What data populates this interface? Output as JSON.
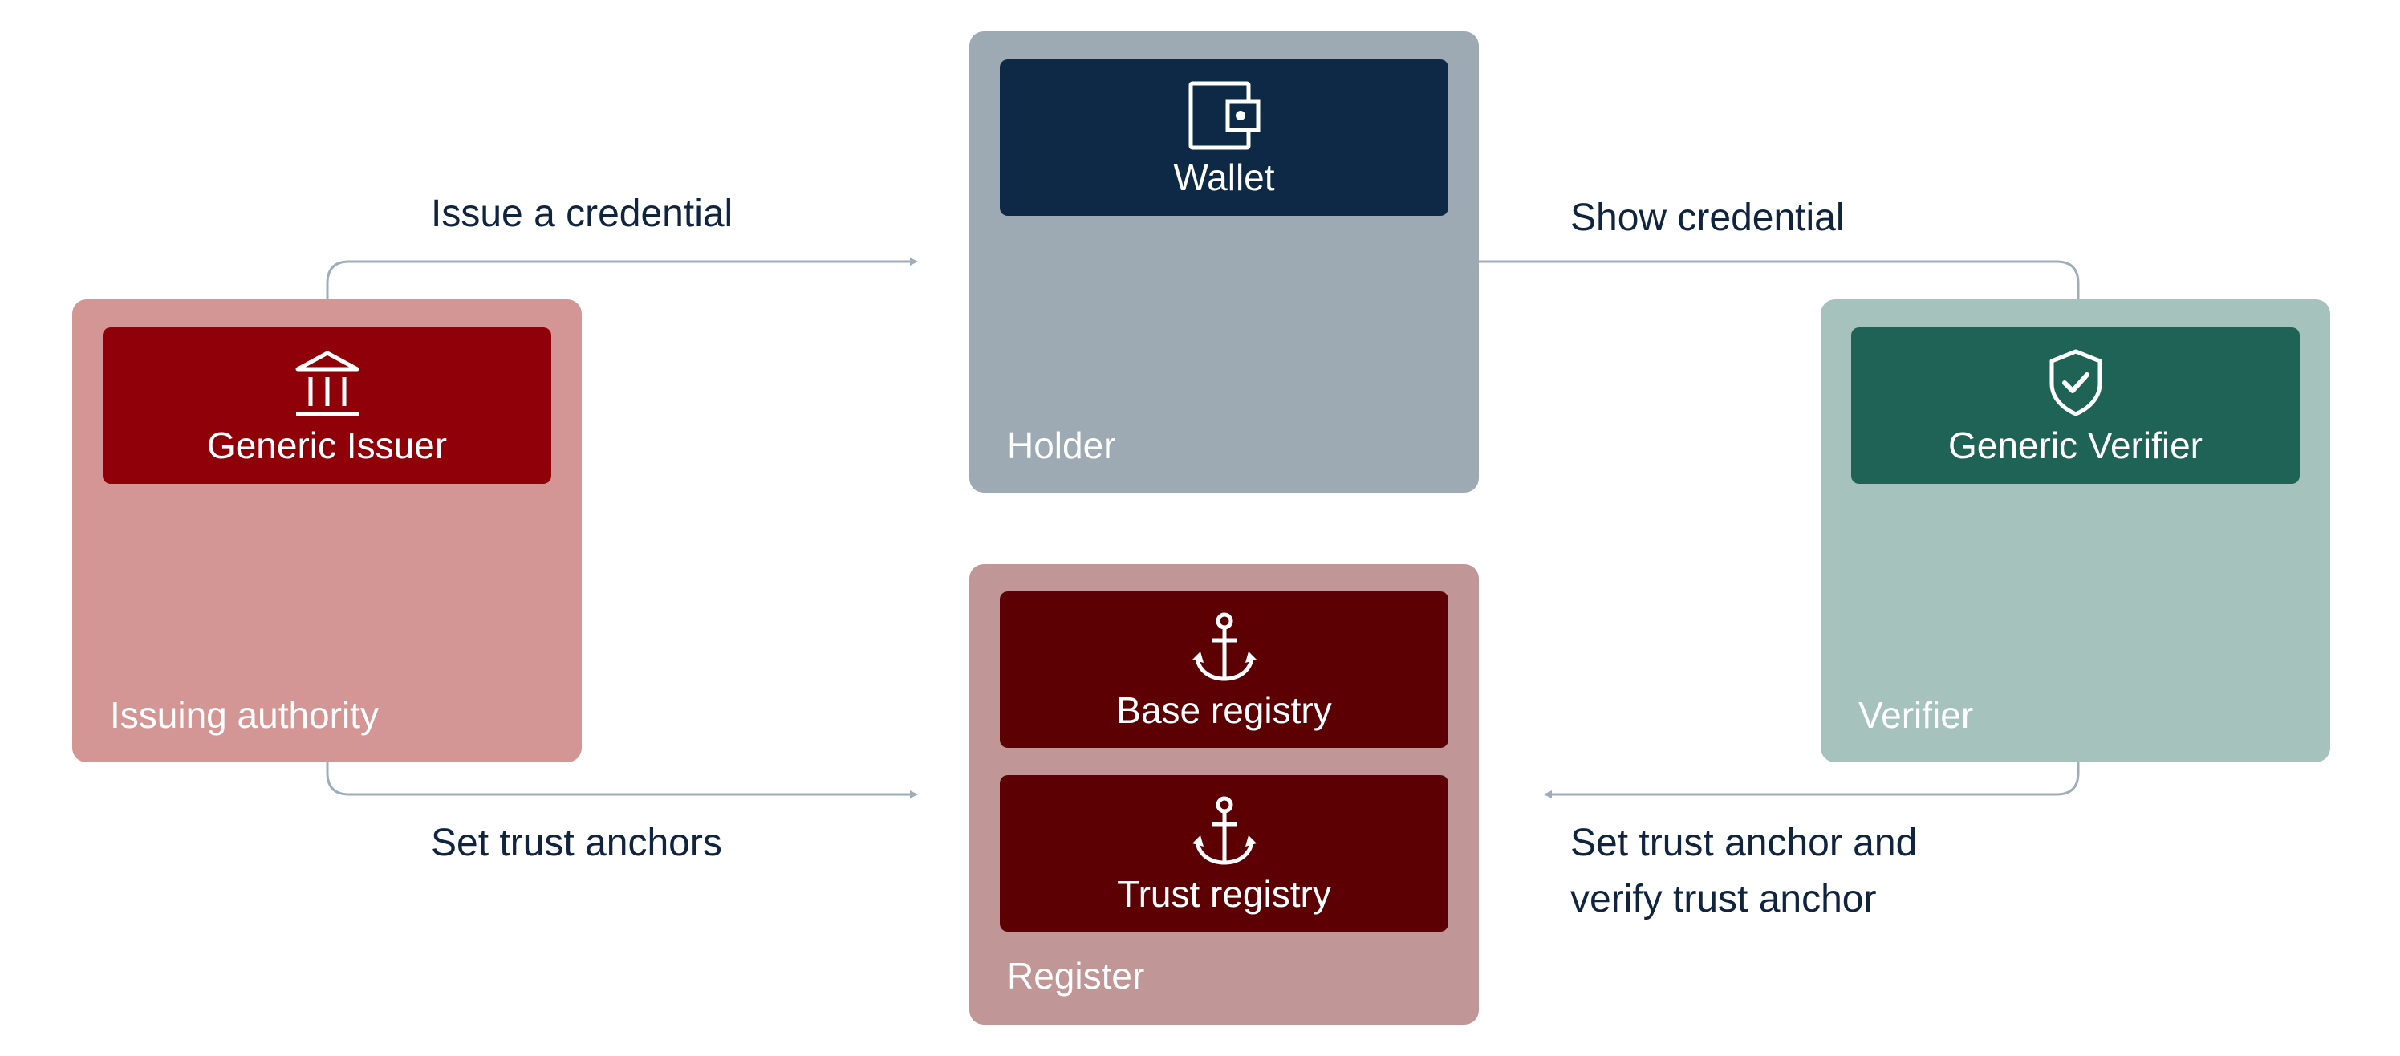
{
  "colors": {
    "issuer_group": "#d49595",
    "issuer_card": "#8f0009",
    "holder_group": "#9eaab3",
    "holder_card": "#0e2945",
    "verifier_group": "#a5c2bd",
    "verifier_card": "#1f6357",
    "register_group": "#c09697",
    "register_card": "#5c0003",
    "connector": "#9daebb",
    "label_text": "#10243f"
  },
  "issuer": {
    "group_label": "Issuing authority",
    "card": {
      "label": "Generic Issuer",
      "icon": "bank-icon"
    }
  },
  "holder": {
    "group_label": "Holder",
    "card": {
      "label": "Wallet",
      "icon": "wallet-icon"
    }
  },
  "verifier": {
    "group_label": "Verifier",
    "card": {
      "label": "Generic Verifier",
      "icon": "shield-check-icon"
    }
  },
  "register": {
    "group_label": "Register",
    "cards": [
      {
        "label": "Base registry",
        "icon": "anchor-icon"
      },
      {
        "label": "Trust registry",
        "icon": "anchor-icon"
      }
    ]
  },
  "flows": {
    "issue": "Issue a credential",
    "show": "Show credential",
    "set_anchors": "Set trust anchors",
    "verify_line1": "Set trust anchor and",
    "verify_line2": "verify trust anchor"
  }
}
